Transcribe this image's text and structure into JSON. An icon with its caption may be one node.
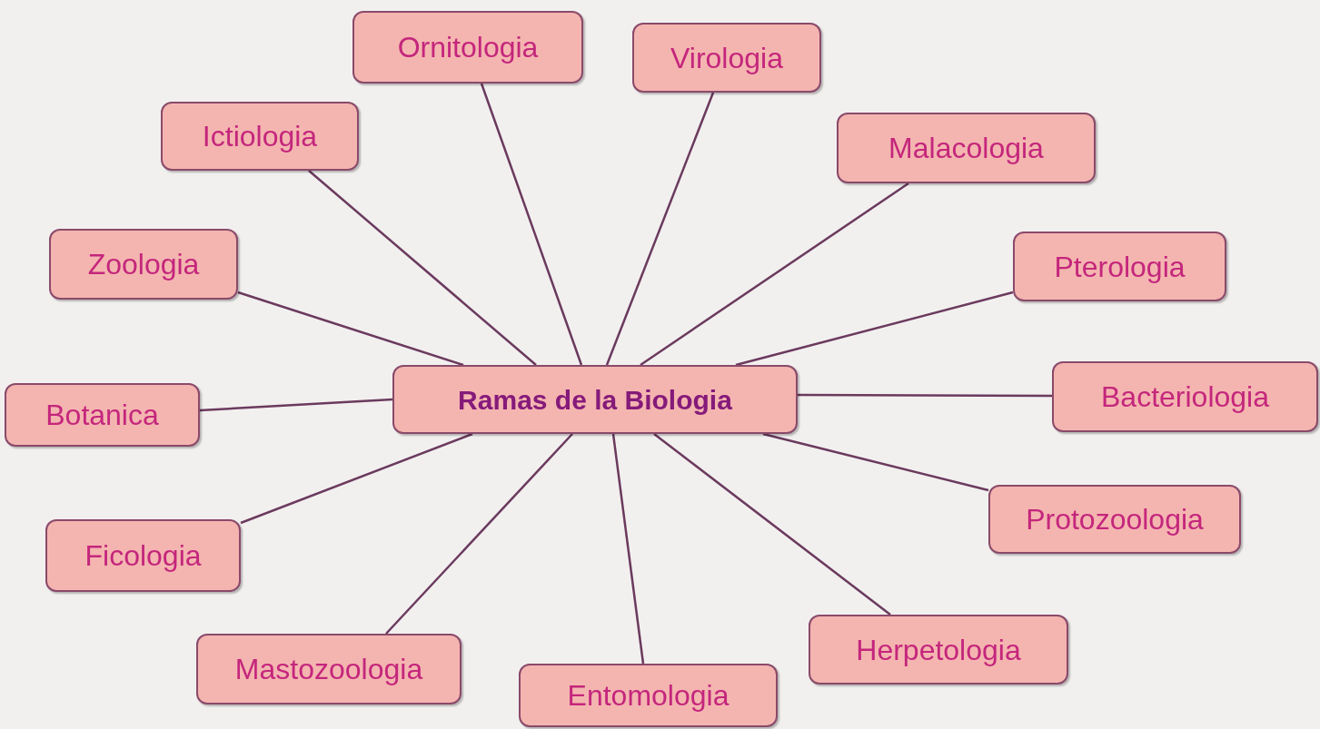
{
  "diagram": {
    "nodes": [
      {
        "text": [
          "Ramas de la Biologia"
        ]
      },
      {
        "text": [
          "Ornitologia"
        ]
      },
      {
        "text": [
          "Virologia"
        ]
      },
      {
        "text": [
          "Ictiologia"
        ]
      },
      {
        "text": [
          "Malacologia"
        ]
      },
      {
        "text": [
          "Zoologia"
        ]
      },
      {
        "text": [
          "Pterologia"
        ]
      },
      {
        "text": [
          "Botanica"
        ]
      },
      {
        "text": [
          "Bacteriologia"
        ]
      },
      {
        "text": [
          "Ficologia"
        ]
      },
      {
        "text": [
          "Protozoologia"
        ]
      },
      {
        "text": [
          "Mastozoologia"
        ]
      },
      {
        "text": [
          "Herpetologia"
        ]
      },
      {
        "text": [
          "Entomologia"
        ]
      }
    ],
    "edges": [
      {
        "from": 0,
        "to": 1,
        "arrow": "none"
      },
      {
        "from": 0,
        "to": 2,
        "arrow": "none"
      },
      {
        "from": 0,
        "to": 3,
        "arrow": "none"
      },
      {
        "from": 0,
        "to": 4,
        "arrow": "none"
      },
      {
        "from": 0,
        "to": 5,
        "arrow": "none"
      },
      {
        "from": 0,
        "to": 6,
        "arrow": "none"
      },
      {
        "from": 0,
        "to": 7,
        "arrow": "none"
      },
      {
        "from": 0,
        "to": 8,
        "arrow": "none"
      },
      {
        "from": 0,
        "to": 9,
        "arrow": "none"
      },
      {
        "from": 0,
        "to": 10,
        "arrow": "none"
      },
      {
        "from": 0,
        "to": 11,
        "arrow": "none"
      },
      {
        "from": 0,
        "to": 12,
        "arrow": "none"
      },
      {
        "from": 0,
        "to": 13,
        "arrow": "none"
      }
    ]
  }
}
